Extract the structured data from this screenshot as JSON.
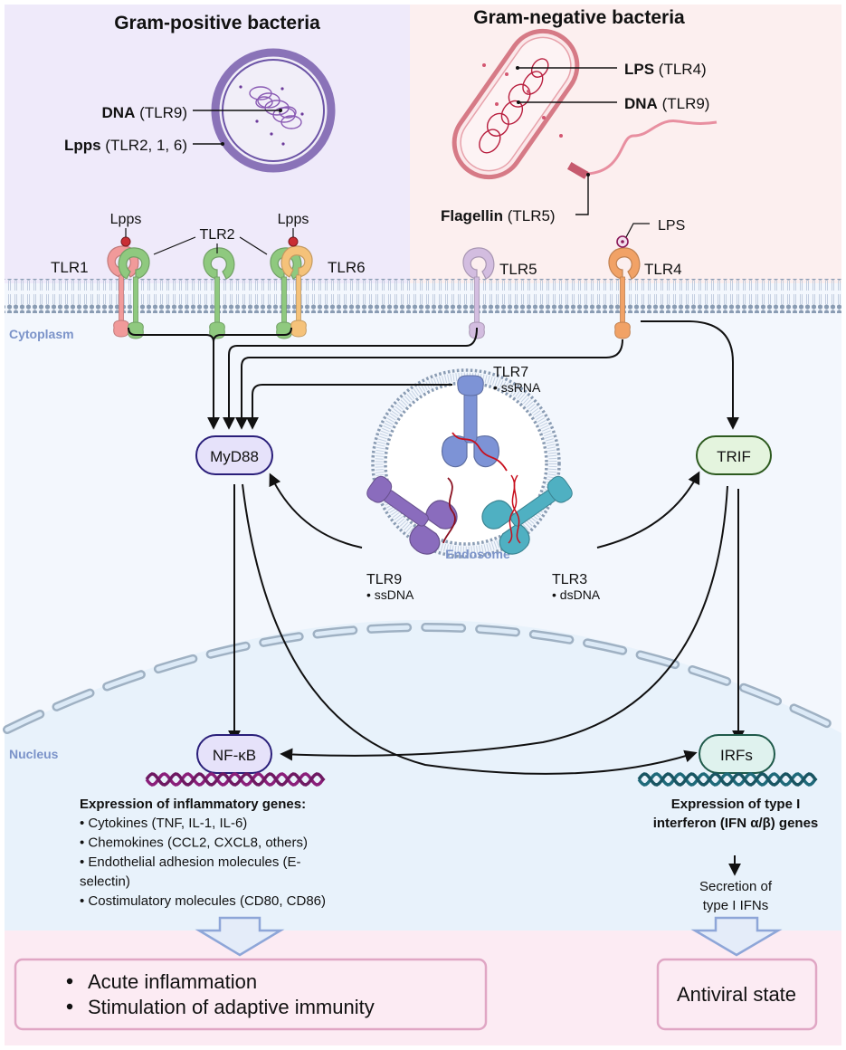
{
  "colors": {
    "gram_pos_bg": "#efeafa",
    "gram_neg_bg": "#fcefef",
    "cytoplasm_bg": "#f3f7fd",
    "nucleus_bg": "#e8f2fb",
    "outcome_bg": "#fcebf3",
    "membrane": "#8a9cb3",
    "compartment_label": "#7b93c9",
    "myd88_fill": "#e6e2fa",
    "myd88_stroke": "#2a1f7a",
    "trif_fill": "#e4f4de",
    "trif_stroke": "#2d5a1f",
    "nfkb_fill": "#e6e2fa",
    "irf_fill": "#dff2ee",
    "irf_stroke": "#1f5a4a",
    "dna_nfkb": "#8a1f7a",
    "dna_irf": "#1f6a7a",
    "outcome_box_stroke": "#e0a6c4",
    "hollow_arrow": "#8ea6d8",
    "tlr1": "#f19a9a",
    "tlr2": "#8fc97f",
    "tlr6": "#f5c27a",
    "tlr5": "#d3bde0",
    "tlr4": "#f1a266",
    "tlr7": "#7d93d6",
    "tlr9": "#8a6cbd",
    "tlr3": "#4fb0c2",
    "nucleic_acid": "#c8101e"
  },
  "gram_positive": {
    "title": "Gram-positive bacteria",
    "dna_bold": "DNA",
    "dna_rest": " (TLR9)",
    "lpps_bold": "Lpps",
    "lpps_rest": " (TLR2, 1, 6)"
  },
  "gram_negative": {
    "title": "Gram-negative bacteria",
    "lps_bold": "LPS",
    "lps_rest": " (TLR4)",
    "dna_bold": "DNA",
    "dna_rest": " (TLR9)",
    "flagellin_bold": "Flagellin",
    "flagellin_rest": " (TLR5)"
  },
  "receptors": {
    "lpps_left": "Lpps",
    "lpps_right": "Lpps",
    "tlr1": "TLR1",
    "tlr2": "TLR2",
    "tlr6": "TLR6",
    "tlr5": "TLR5",
    "tlr4": "TLR4",
    "lps": "LPS"
  },
  "compartments": {
    "cytoplasm": "Cytoplasm",
    "nucleus": "Nucleus",
    "endosome": "Endosome"
  },
  "endosomal": {
    "tlr7": "TLR7",
    "tlr7_ligand": "• ssRNA",
    "tlr9": "TLR9",
    "tlr9_ligand": "• ssDNA",
    "tlr3": "TLR3",
    "tlr3_ligand": "• dsDNA"
  },
  "adaptors": {
    "myd88": "MyD88",
    "trif": "TRIF"
  },
  "transcription": {
    "nfkb": "NF-κB",
    "irfs": "IRFs"
  },
  "inflammatory_genes": {
    "heading": "Expression of inflammatory genes:",
    "items": [
      "• Cytokines (TNF, IL-1, IL-6)",
      "• Chemokines (CCL2, CXCL8, others)",
      "• Endothelial adhesion molecules (E-",
      "selectin)",
      "• Costimulatory molecules (CD80, CD86)"
    ]
  },
  "interferon_genes": {
    "heading_line1": "Expression of type I",
    "heading_line2": "interferon (IFN α/β) genes",
    "secretion_line1": "Secretion of",
    "secretion_line2": "type I IFNs"
  },
  "outcomes": {
    "left": [
      "Acute inflammation",
      "Stimulation of adaptive immunity"
    ],
    "right": "Antiviral state"
  }
}
